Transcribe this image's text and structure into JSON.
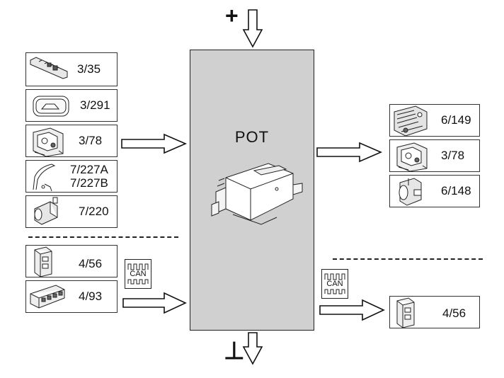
{
  "center_module": {
    "label": "POT"
  },
  "power_symbol": "+",
  "ground_symbol": "⊥",
  "can_label": "CAN",
  "inputs": [
    {
      "code": "3/35",
      "icon": "trim-strip-icon"
    },
    {
      "code": "3/291",
      "icon": "tailgate-switch-icon"
    },
    {
      "code": "3/78",
      "icon": "lock-actuator-icon"
    },
    {
      "code": "7/227A",
      "code2": "7/227B",
      "icon": "pinch-strip-icon"
    },
    {
      "code": "7/220",
      "icon": "motor-icon"
    }
  ],
  "can_inputs": [
    {
      "code": "4/56",
      "icon": "control-unit-icon"
    },
    {
      "code": "4/93",
      "icon": "connector-module-icon"
    }
  ],
  "outputs": [
    {
      "code": "6/149",
      "icon": "latch-mechanism-icon"
    },
    {
      "code": "3/78",
      "icon": "lock-actuator-icon"
    },
    {
      "code": "6/148",
      "icon": "motor-icon"
    }
  ],
  "can_outputs": [
    {
      "code": "4/56",
      "icon": "control-unit-icon"
    }
  ]
}
